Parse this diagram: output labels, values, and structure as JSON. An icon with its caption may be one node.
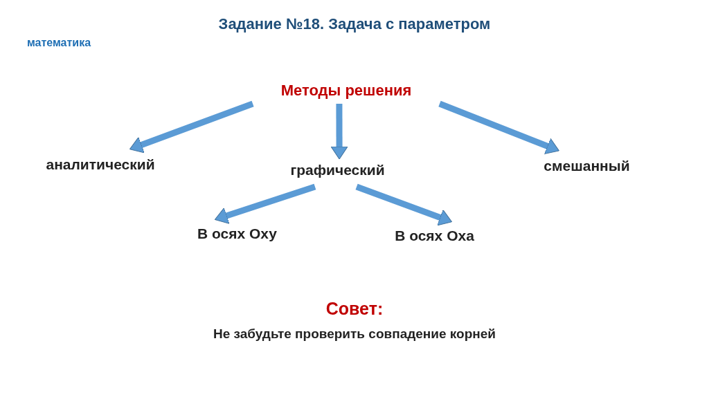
{
  "diagram": {
    "title": "Задание №18. Задача с параметром",
    "nodes": [
      {
        "text": [
          "Методы решения"
        ]
      },
      {
        "text": [
          "аналитический"
        ]
      },
      {
        "text": [
          "графический"
        ]
      },
      {
        "text": [
          "смешанный"
        ]
      },
      {
        "text": [
          "В осях Оху"
        ]
      },
      {
        "text": [
          "В осях Оха"
        ]
      }
    ],
    "edges": [
      {
        "from": 0,
        "to": 1,
        "arrow": "to"
      },
      {
        "from": 0,
        "to": 2,
        "arrow": "to"
      },
      {
        "from": 0,
        "to": 3,
        "arrow": "to"
      },
      {
        "from": 2,
        "to": 4,
        "arrow": "to"
      },
      {
        "from": 2,
        "to": 5,
        "arrow": "to"
      }
    ],
    "labels": [
      "математика",
      "Совет:",
      "Не забудьте проверить совпадение корней"
    ]
  }
}
